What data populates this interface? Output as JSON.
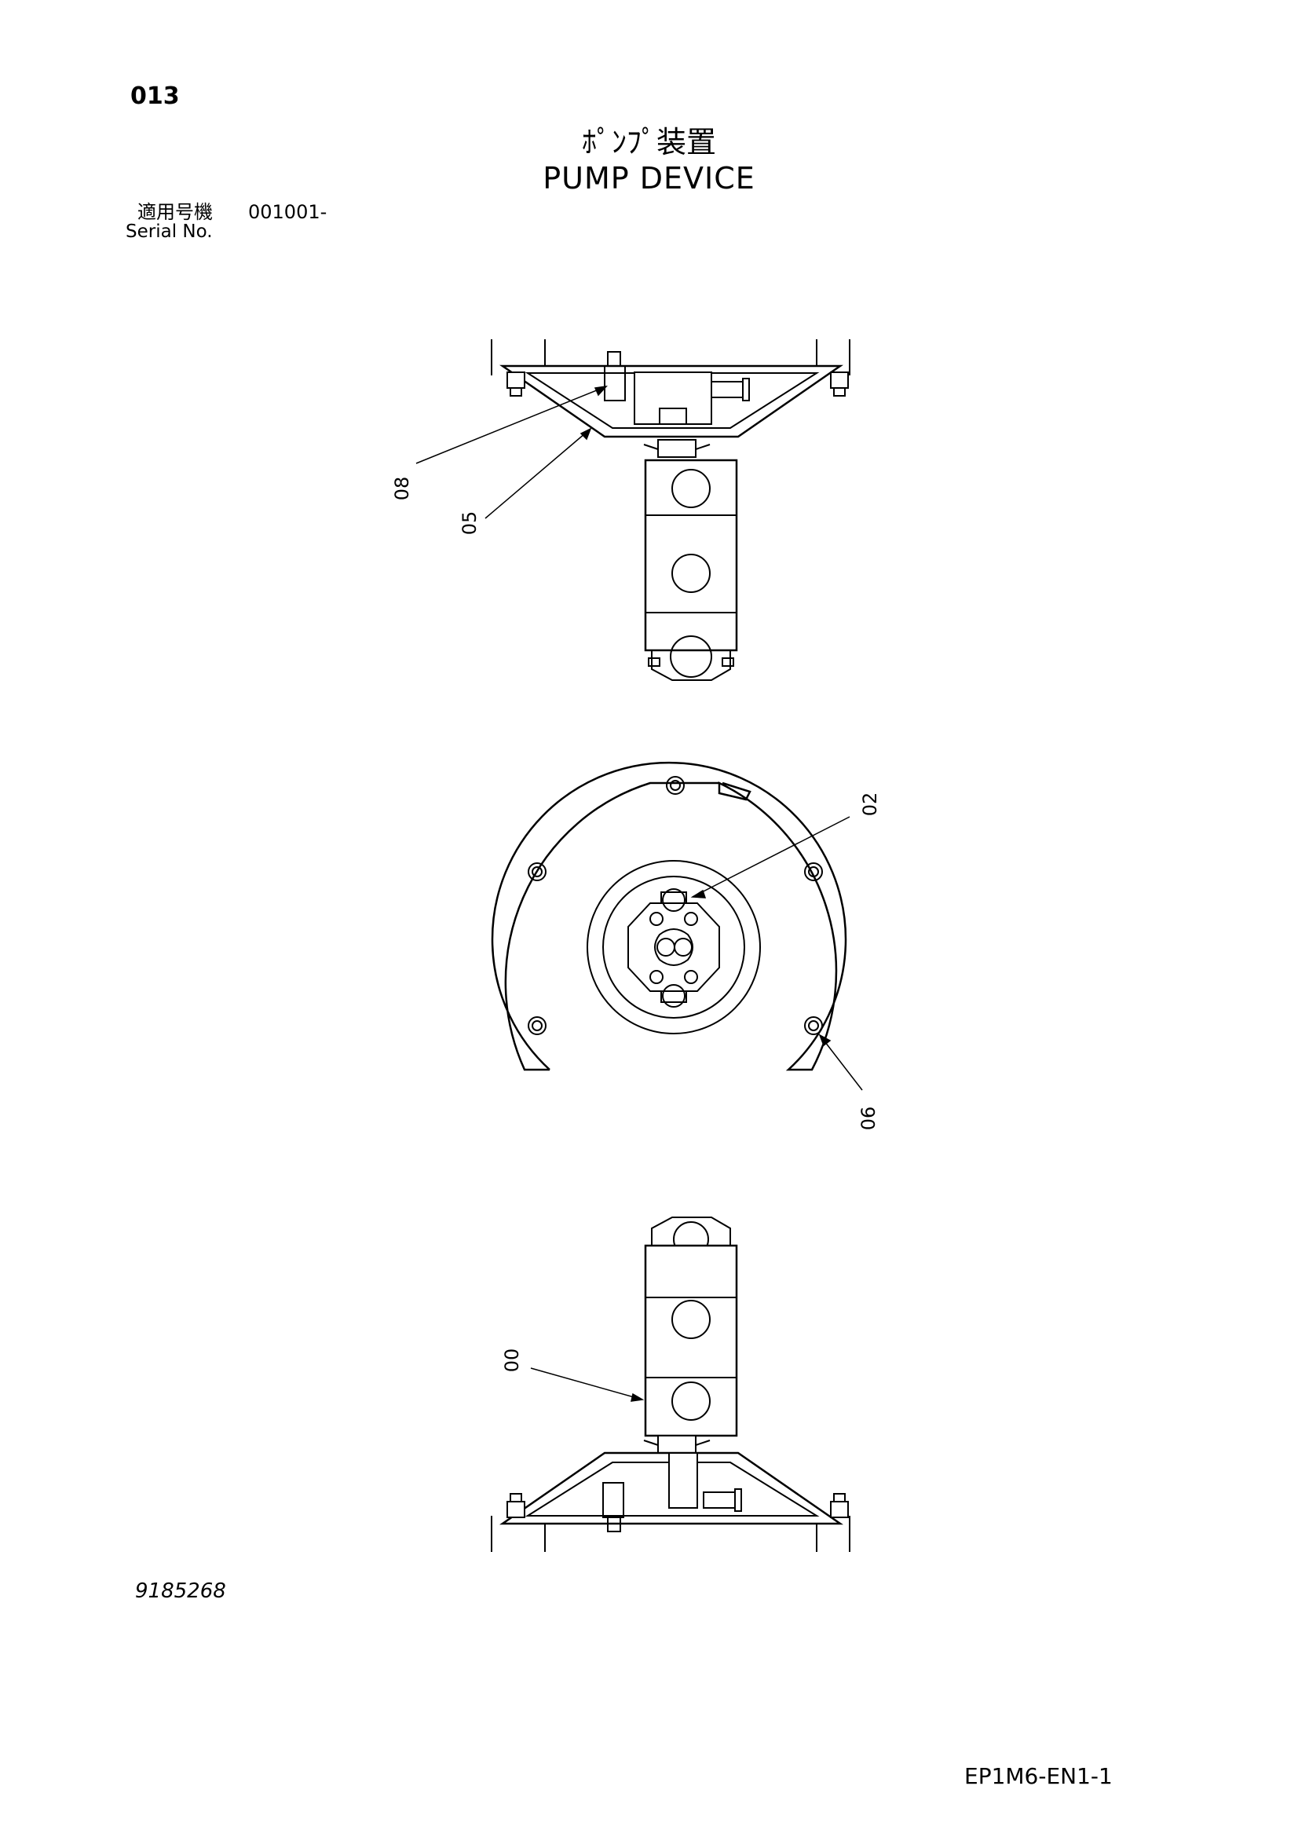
{
  "header": {
    "page_number": "013",
    "title_jp": "ﾎﾟﾝﾌﾟ装置",
    "title_en": "PUMP DEVICE"
  },
  "serial": {
    "label_jp": "適用号機",
    "value": "001001-",
    "label_en": "Serial No."
  },
  "callouts": {
    "c08": "08",
    "c05": "05",
    "c02": "02",
    "c06": "06",
    "c00": "00"
  },
  "footer": {
    "drawing_number": "9185268",
    "document_code": "EP1M6-EN1-1"
  }
}
